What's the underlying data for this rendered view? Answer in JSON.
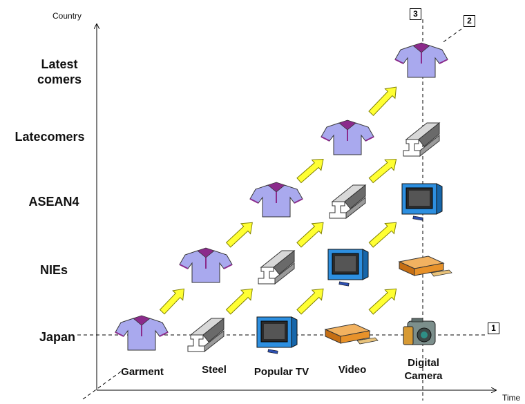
{
  "axes": {
    "y_title": "Country",
    "x_title": "Time"
  },
  "countries": [
    "Japan",
    "NIEs",
    "ASEAN4",
    "Latecomers",
    "Latest comers"
  ],
  "products": [
    "Garment",
    "Steel",
    "Popular TV",
    "Video",
    "Digital Camera"
  ],
  "product_labels": {
    "garment": "Garment",
    "steel": "Steel",
    "tv": "Popular TV",
    "video": "Video",
    "camera_line1": "Digital",
    "camera_line2": "Camera"
  },
  "country_labels": {
    "latest_line1": "Latest",
    "latest_line2": "comers",
    "latecomers": "Latecomers",
    "asean4": "ASEAN4",
    "nies": "NIEs",
    "japan": "Japan"
  },
  "grid_rows": [
    [
      "garment",
      "steel",
      "tv",
      "video",
      "camera"
    ],
    [
      "garment",
      "steel",
      "tv",
      "video"
    ],
    [
      "garment",
      "steel",
      "tv"
    ],
    [
      "garment",
      "steel"
    ],
    [
      "garment"
    ]
  ],
  "reference_lines": {
    "marker_1": "1",
    "marker_2": "2",
    "marker_3": "3"
  },
  "colors": {
    "garment": "#a9a9ee",
    "garment_trim": "#8b2a8b",
    "steel_light": "#d8d8d8",
    "steel_dark": "#6a6a6a",
    "tv_body": "#2d8fe0",
    "video_body": "#e8922a",
    "camera_body": "#7c8f8c",
    "arrow": "#ffff33",
    "arrow_outline": "#808000"
  }
}
